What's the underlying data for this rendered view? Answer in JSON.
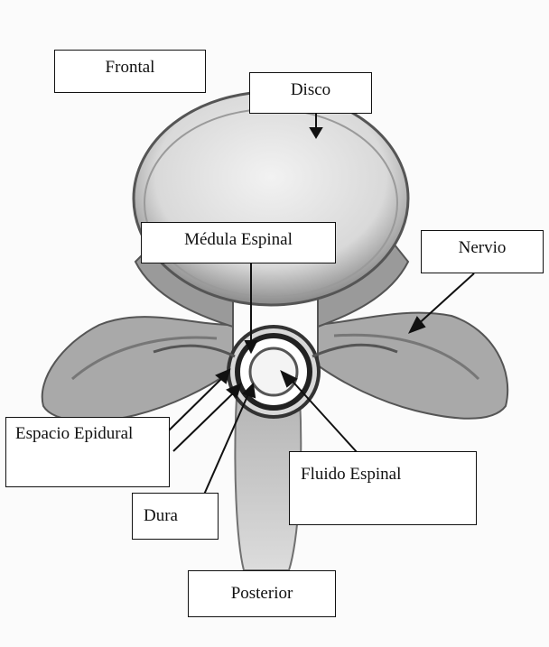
{
  "labels": {
    "frontal": "Frontal",
    "disco": "Disco",
    "medula": "Médula Espinal",
    "nervio": "Nervio",
    "espacio": "Espacio Epidural",
    "fluido": "Fluido Espinal",
    "dura": "Dura",
    "posterior": "Posterior"
  }
}
